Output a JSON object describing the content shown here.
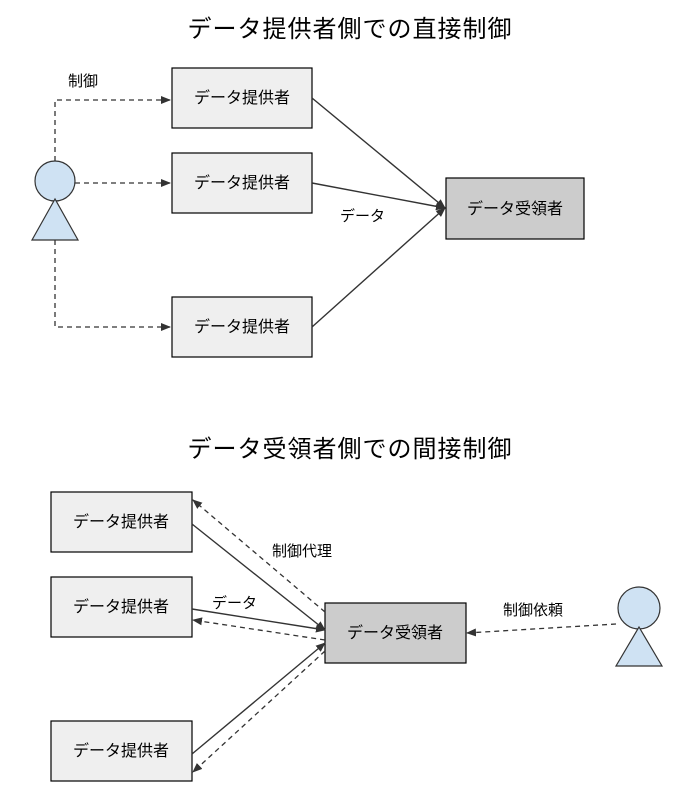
{
  "top": {
    "title": "データ提供者側での直接制御",
    "providers": [
      "データ提供者",
      "データ提供者",
      "データ提供者"
    ],
    "receiver": "データ受領者",
    "labels": {
      "control": "制御",
      "data": "データ"
    }
  },
  "bottom": {
    "title": "データ受領者側での間接制御",
    "providers": [
      "データ提供者",
      "データ提供者",
      "データ提供者"
    ],
    "receiver": "データ受領者",
    "labels": {
      "proxy": "制御代理",
      "data": "データ",
      "request": "制御依頼"
    }
  }
}
